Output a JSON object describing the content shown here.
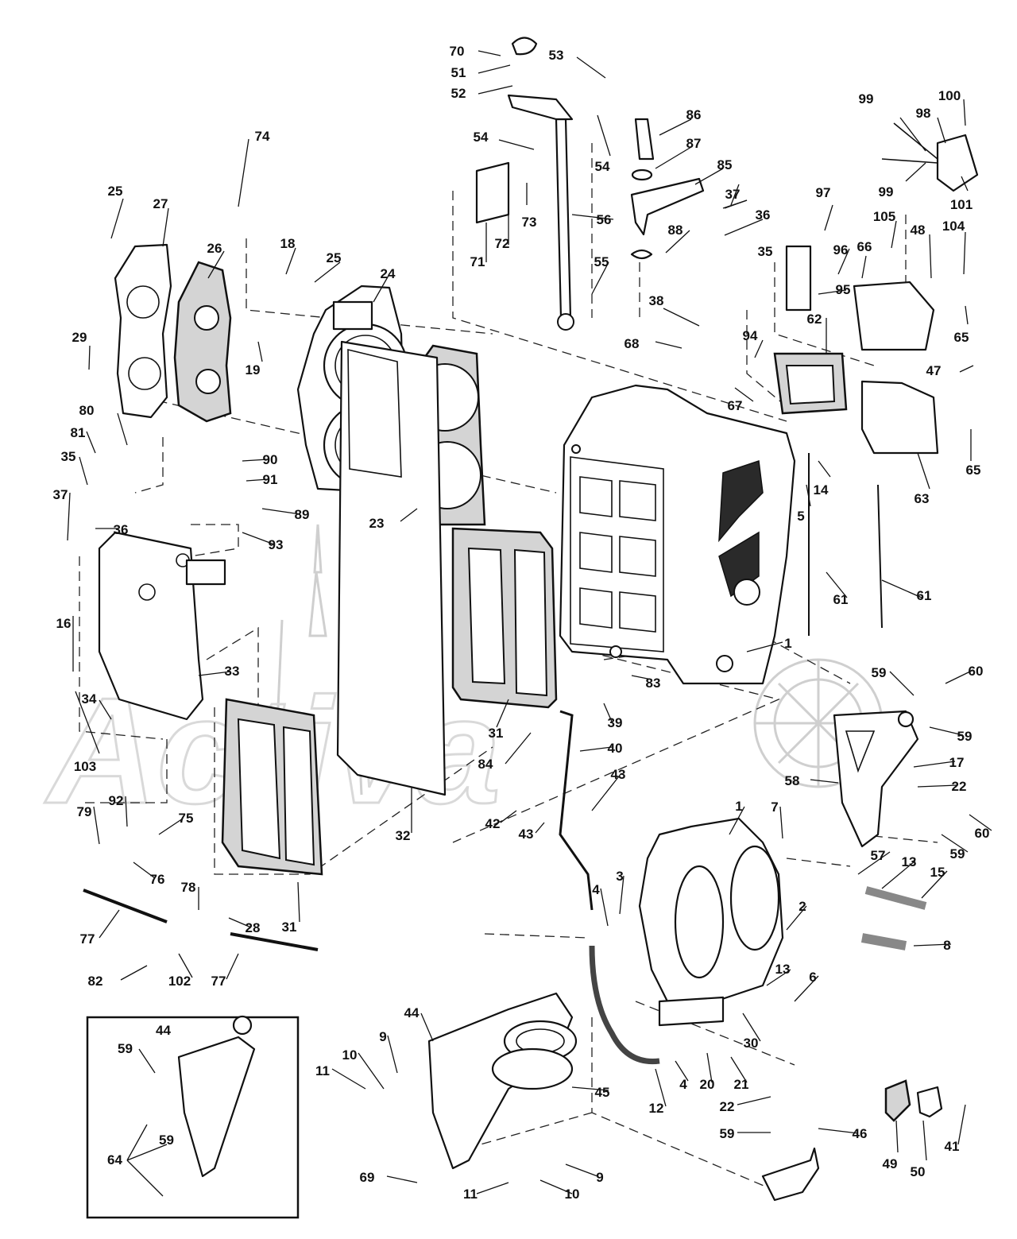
{
  "watermark_text": "Activa",
  "inset_panel": {
    "labels": [
      "44",
      "59",
      "64",
      "59"
    ]
  },
  "callouts": [
    {
      "id": "c70",
      "text": "70"
    },
    {
      "id": "c51",
      "text": "51"
    },
    {
      "id": "c52",
      "text": "52"
    },
    {
      "id": "c53",
      "text": "53"
    },
    {
      "id": "c54a",
      "text": "54"
    },
    {
      "id": "c54b",
      "text": "54"
    },
    {
      "id": "c86",
      "text": "86"
    },
    {
      "id": "c87",
      "text": "87"
    },
    {
      "id": "c85",
      "text": "85"
    },
    {
      "id": "c99a",
      "text": "99"
    },
    {
      "id": "c98",
      "text": "98"
    },
    {
      "id": "c100",
      "text": "100"
    },
    {
      "id": "c99b",
      "text": "99"
    },
    {
      "id": "c101",
      "text": "101"
    },
    {
      "id": "c97",
      "text": "97"
    },
    {
      "id": "c105",
      "text": "105"
    },
    {
      "id": "c48",
      "text": "48"
    },
    {
      "id": "c104",
      "text": "104"
    },
    {
      "id": "c66",
      "text": "66"
    },
    {
      "id": "c96",
      "text": "96"
    },
    {
      "id": "c95",
      "text": "95"
    },
    {
      "id": "c65a",
      "text": "65"
    },
    {
      "id": "c47",
      "text": "47"
    },
    {
      "id": "c65b",
      "text": "65"
    },
    {
      "id": "c62",
      "text": "62"
    },
    {
      "id": "c63",
      "text": "63"
    },
    {
      "id": "c14",
      "text": "14"
    },
    {
      "id": "c5",
      "text": "5"
    },
    {
      "id": "c61a",
      "text": "61"
    },
    {
      "id": "c61b",
      "text": "61"
    },
    {
      "id": "c1a",
      "text": "1"
    },
    {
      "id": "c37a",
      "text": "37"
    },
    {
      "id": "c36a",
      "text": "36"
    },
    {
      "id": "c35a",
      "text": "35"
    },
    {
      "id": "c88",
      "text": "88"
    },
    {
      "id": "c56",
      "text": "56"
    },
    {
      "id": "c55",
      "text": "55"
    },
    {
      "id": "c73",
      "text": "73"
    },
    {
      "id": "c72",
      "text": "72"
    },
    {
      "id": "c71",
      "text": "71"
    },
    {
      "id": "c38",
      "text": "38"
    },
    {
      "id": "c68",
      "text": "68"
    },
    {
      "id": "c94",
      "text": "94"
    },
    {
      "id": "c67",
      "text": "67"
    },
    {
      "id": "c74",
      "text": "74"
    },
    {
      "id": "c25a",
      "text": "25"
    },
    {
      "id": "c27",
      "text": "27"
    },
    {
      "id": "c26",
      "text": "26"
    },
    {
      "id": "c18",
      "text": "18"
    },
    {
      "id": "c25b",
      "text": "25"
    },
    {
      "id": "c24",
      "text": "24"
    },
    {
      "id": "c19",
      "text": "19"
    },
    {
      "id": "c29",
      "text": "29"
    },
    {
      "id": "c80",
      "text": "80"
    },
    {
      "id": "c81",
      "text": "81"
    },
    {
      "id": "c35b",
      "text": "35"
    },
    {
      "id": "c37b",
      "text": "37"
    },
    {
      "id": "c36b",
      "text": "36"
    },
    {
      "id": "c90",
      "text": "90"
    },
    {
      "id": "c91",
      "text": "91"
    },
    {
      "id": "c89",
      "text": "89"
    },
    {
      "id": "c93",
      "text": "93"
    },
    {
      "id": "c23",
      "text": "23"
    },
    {
      "id": "c16",
      "text": "16"
    },
    {
      "id": "c33",
      "text": "33"
    },
    {
      "id": "c34",
      "text": "34"
    },
    {
      "id": "c103",
      "text": "103"
    },
    {
      "id": "c79",
      "text": "79"
    },
    {
      "id": "c92",
      "text": "92"
    },
    {
      "id": "c75",
      "text": "75"
    },
    {
      "id": "c76",
      "text": "76"
    },
    {
      "id": "c78",
      "text": "78"
    },
    {
      "id": "c28",
      "text": "28"
    },
    {
      "id": "c77a",
      "text": "77"
    },
    {
      "id": "c77b",
      "text": "77"
    },
    {
      "id": "c82",
      "text": "82"
    },
    {
      "id": "c102",
      "text": "102"
    },
    {
      "id": "c31a",
      "text": "31"
    },
    {
      "id": "c31b",
      "text": "31"
    },
    {
      "id": "c32",
      "text": "32"
    },
    {
      "id": "c83",
      "text": "83"
    },
    {
      "id": "c39",
      "text": "39"
    },
    {
      "id": "c40",
      "text": "40"
    },
    {
      "id": "c84",
      "text": "84"
    },
    {
      "id": "c43a",
      "text": "43"
    },
    {
      "id": "c42",
      "text": "42"
    },
    {
      "id": "c43b",
      "text": "43"
    },
    {
      "id": "c59a",
      "text": "59"
    },
    {
      "id": "c60a",
      "text": "60"
    },
    {
      "id": "c59b",
      "text": "59"
    },
    {
      "id": "c17",
      "text": "17"
    },
    {
      "id": "c58",
      "text": "58"
    },
    {
      "id": "c22a",
      "text": "22"
    },
    {
      "id": "c7",
      "text": "7"
    },
    {
      "id": "c1b",
      "text": "1"
    },
    {
      "id": "c60b",
      "text": "60"
    },
    {
      "id": "c59c",
      "text": "59"
    },
    {
      "id": "c57",
      "text": "57"
    },
    {
      "id": "c13a",
      "text": "13"
    },
    {
      "id": "c15",
      "text": "15"
    },
    {
      "id": "c4a",
      "text": "4"
    },
    {
      "id": "c3",
      "text": "3"
    },
    {
      "id": "c2",
      "text": "2"
    },
    {
      "id": "c8",
      "text": "8"
    },
    {
      "id": "c13b",
      "text": "13"
    },
    {
      "id": "c6",
      "text": "6"
    },
    {
      "id": "c30",
      "text": "30"
    },
    {
      "id": "c44",
      "text": "44"
    },
    {
      "id": "c9a",
      "text": "9"
    },
    {
      "id": "c10a",
      "text": "10"
    },
    {
      "id": "c11a",
      "text": "11"
    },
    {
      "id": "c45",
      "text": "45"
    },
    {
      "id": "c4b",
      "text": "4"
    },
    {
      "id": "c12",
      "text": "12"
    },
    {
      "id": "c20",
      "text": "20"
    },
    {
      "id": "c21",
      "text": "21"
    },
    {
      "id": "c22b",
      "text": "22"
    },
    {
      "id": "c59d",
      "text": "59"
    },
    {
      "id": "c46",
      "text": "46"
    },
    {
      "id": "c49",
      "text": "49"
    },
    {
      "id": "c50",
      "text": "50"
    },
    {
      "id": "c41",
      "text": "41"
    },
    {
      "id": "c69",
      "text": "69"
    },
    {
      "id": "c11b",
      "text": "11"
    },
    {
      "id": "c10b",
      "text": "10"
    },
    {
      "id": "c9b",
      "text": "9"
    }
  ]
}
